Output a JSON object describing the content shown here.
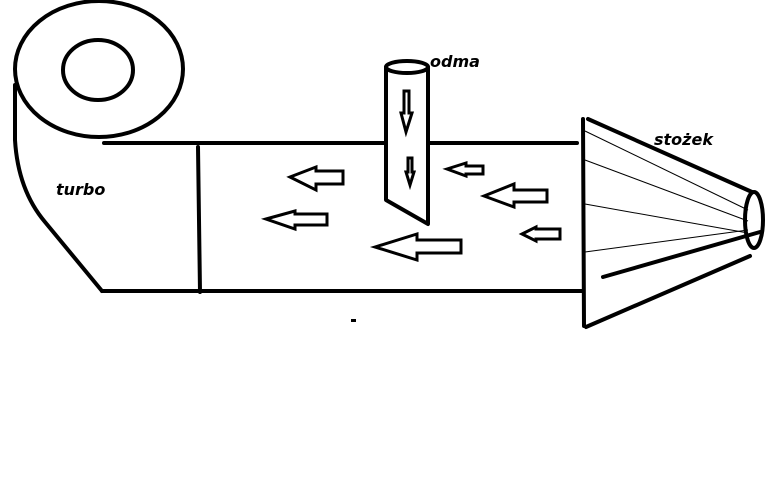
{
  "labels": {
    "turbo": "turbo",
    "odma": "odma",
    "stozek": "stożek"
  },
  "colors": {
    "stroke": "#000000",
    "background": "#ffffff"
  }
}
